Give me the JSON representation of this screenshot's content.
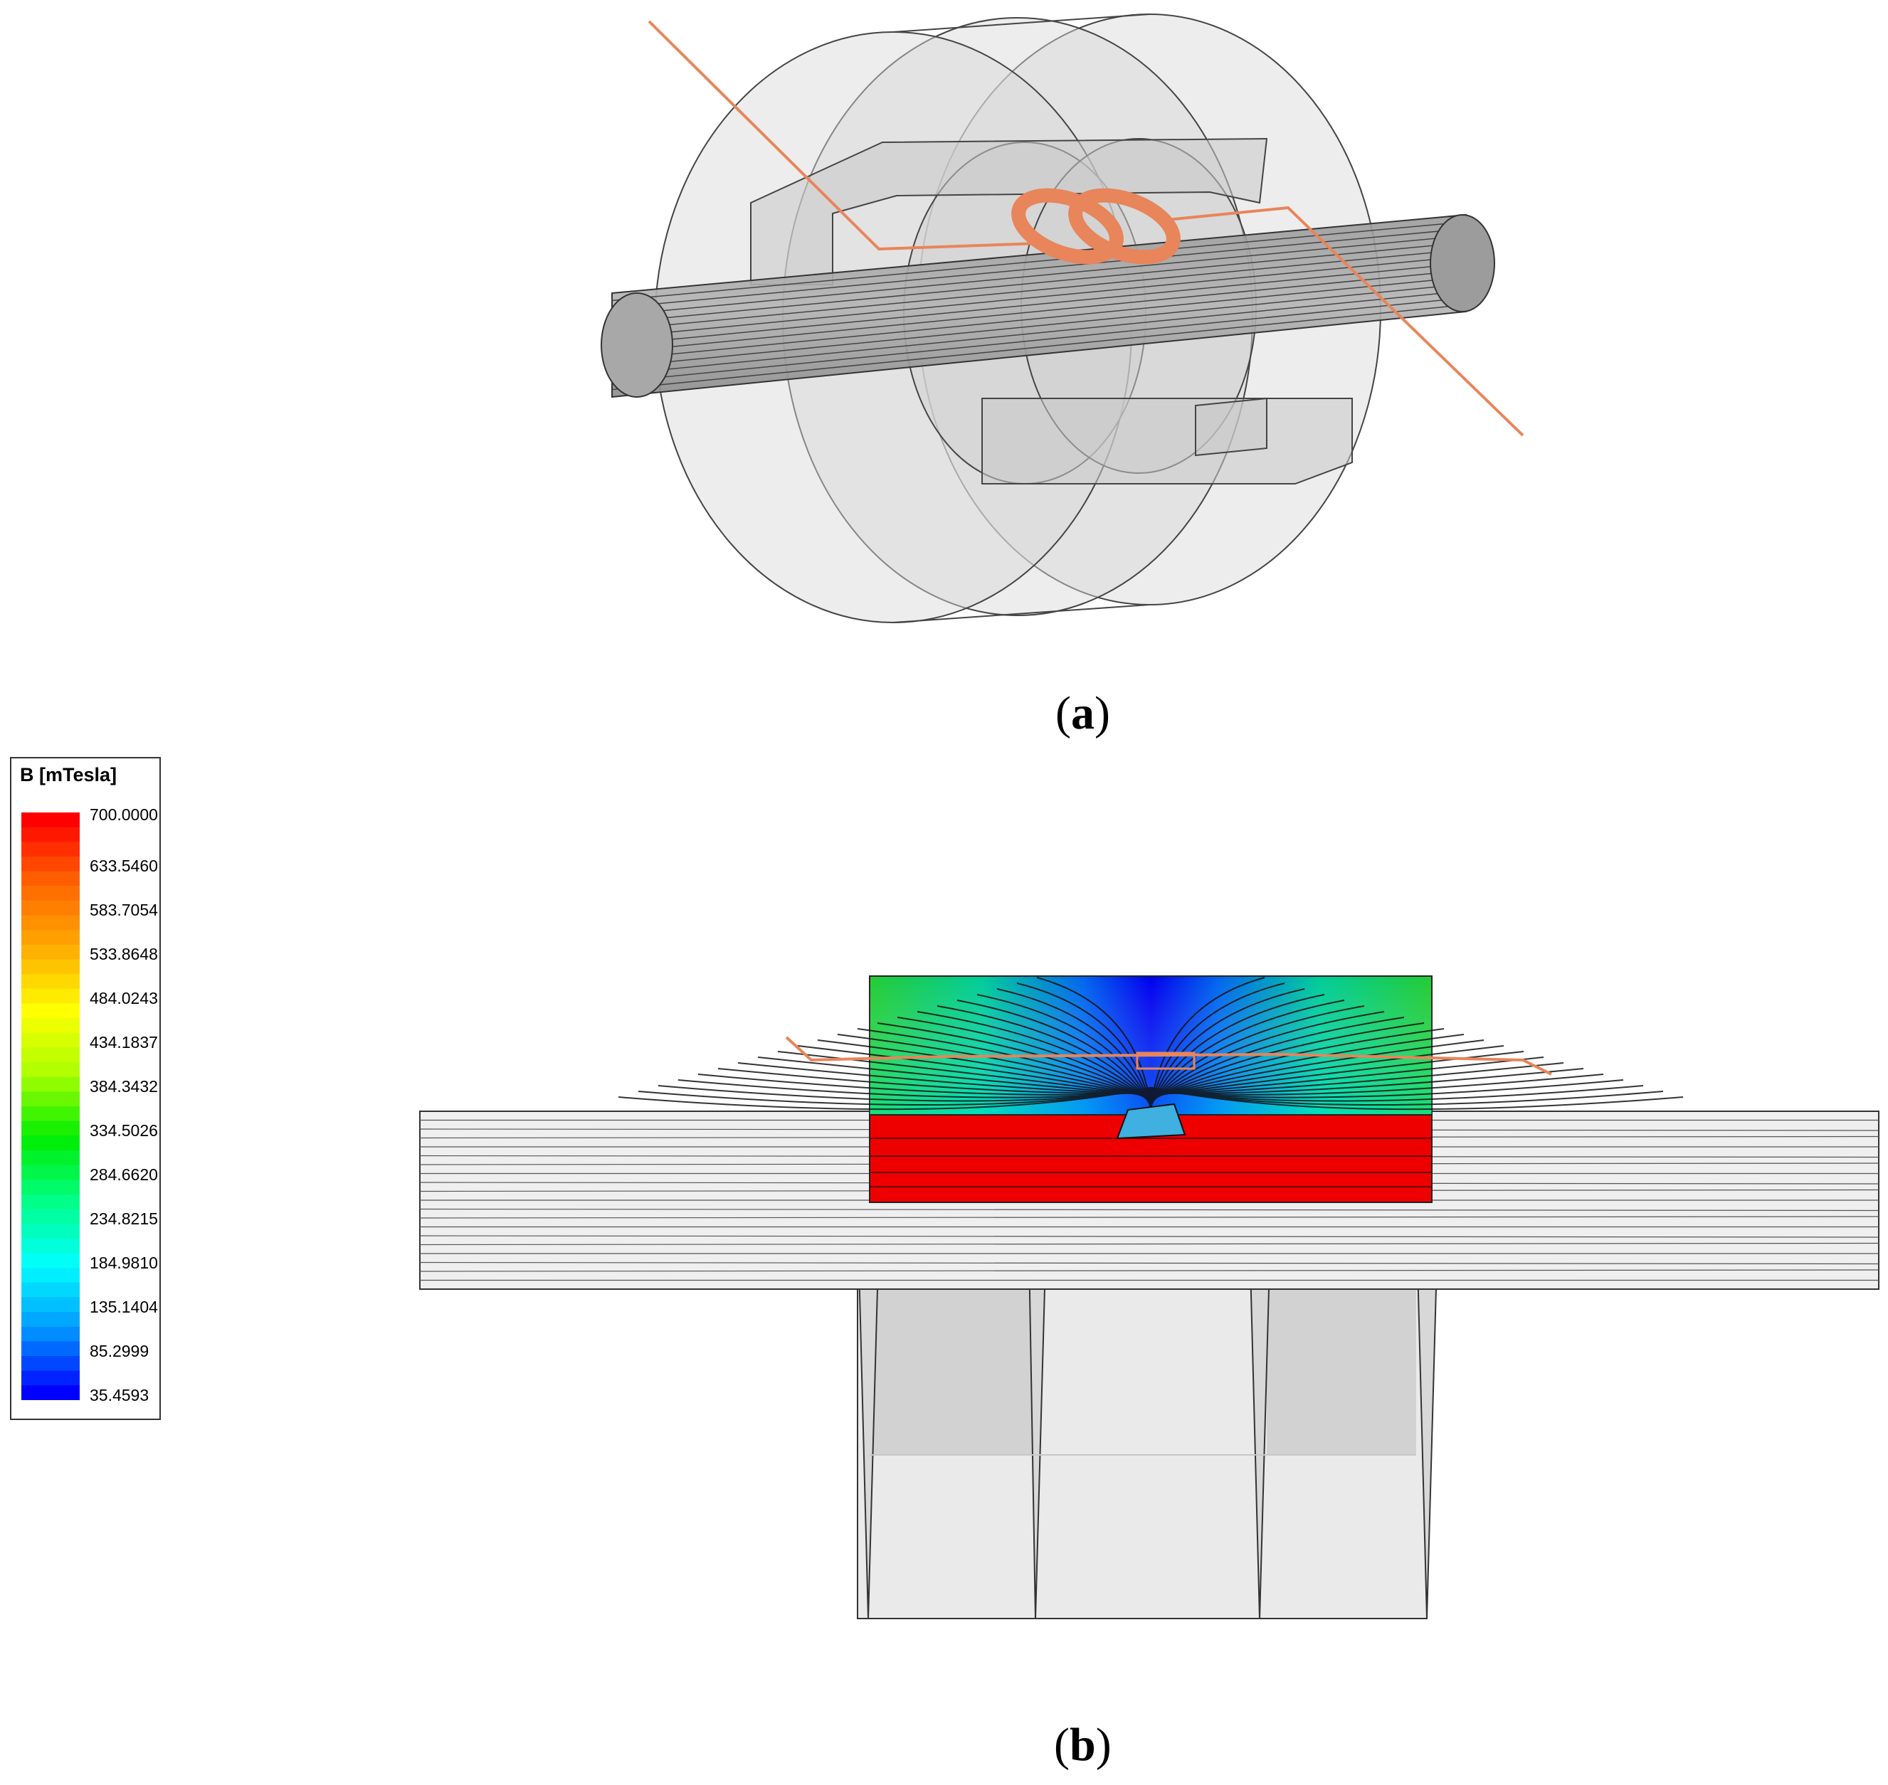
{
  "figure": {
    "caption_a": {
      "open": "(",
      "letter": "a",
      "close": ")"
    },
    "caption_b": {
      "open": "(",
      "letter": "b",
      "close": ")"
    }
  },
  "legend": {
    "title": "B [mTesla]",
    "ticks": [
      "700.0000",
      "633.5460",
      "583.7054",
      "533.8648",
      "484.0243",
      "434.1837",
      "384.3432",
      "334.5026",
      "284.6620",
      "234.8215",
      "184.9810",
      "135.1404",
      "85.2999",
      "35.4593"
    ],
    "colors_top_to_bottom": [
      "#ff0000",
      "#ff6600",
      "#ffaa00",
      "#ffff00",
      "#aaff00",
      "#00ee00",
      "#00ff88",
      "#00ffff",
      "#0099ff",
      "#0000ff"
    ]
  },
  "colors": {
    "coil": "#e8855a",
    "shaft": "#8a8a8a",
    "ring": "#d4d4d4",
    "outline": "#333333",
    "rod_section": "#ee0000"
  }
}
